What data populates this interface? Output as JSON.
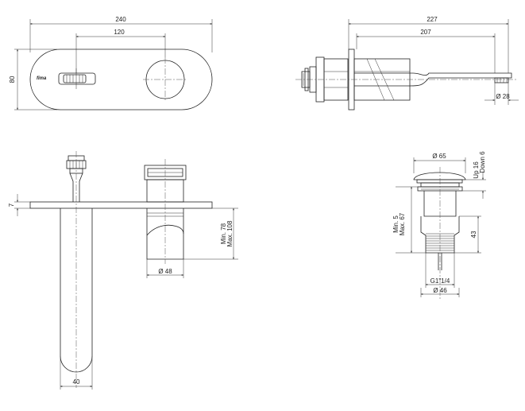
{
  "front_view": {
    "width_dim": "240",
    "spacing_dim": "120",
    "height_dim": "80",
    "logo": "fima"
  },
  "side_view": {
    "overall_length_dim": "227",
    "spout_length_dim": "207",
    "outlet_dim": "Ø 28"
  },
  "section_view": {
    "plate_thickness_dim": "7",
    "depth_min": "Min. 78",
    "depth_max": "Max. 108",
    "body_diameter_dim": "Ø 48",
    "spout_width_dim": "40"
  },
  "waste_view": {
    "cap_diameter_dim": "Ø 65",
    "stroke_up": "Up 16",
    "stroke_down": "Down 6",
    "range_min": "Min. 5",
    "range_max": "Max. 67",
    "thread_length_dim": "43",
    "thread_size": "G1\"1/4",
    "base_diameter_dim": "Ø 46"
  },
  "colors": {
    "line": "#222222",
    "background": "#ffffff"
  }
}
